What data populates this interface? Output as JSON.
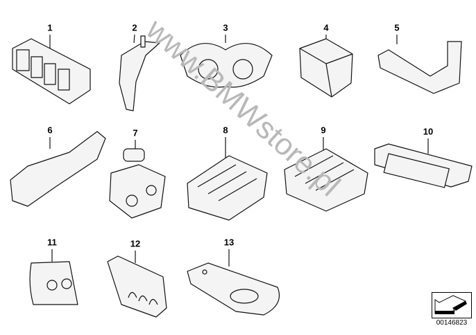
{
  "diagram": {
    "parts": [
      {
        "number": "1"
      },
      {
        "number": "2"
      },
      {
        "number": "3"
      },
      {
        "number": "4"
      },
      {
        "number": "5"
      },
      {
        "number": "6"
      },
      {
        "number": "7"
      },
      {
        "number": "8"
      },
      {
        "number": "9"
      },
      {
        "number": "10"
      },
      {
        "number": "11"
      },
      {
        "number": "12"
      },
      {
        "number": "13"
      }
    ],
    "watermark": "www.BMWstore.pl",
    "diagram_id": "00146823"
  }
}
